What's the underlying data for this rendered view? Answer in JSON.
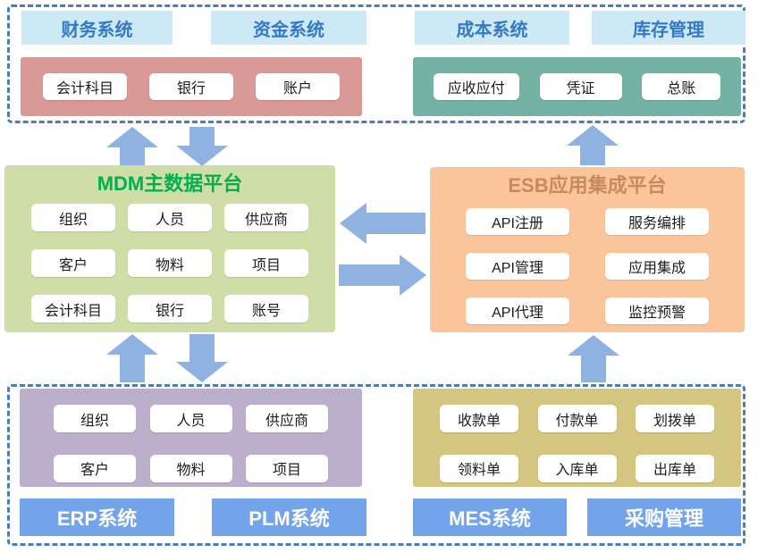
{
  "colors": {
    "dashed_border": "#4E7CB8",
    "top_header_bg": "#CDE9F5",
    "top_header_text": "#3579C5",
    "finance_group_bg": "#D89997",
    "cost_group_bg": "#74B2A4",
    "mdm_bg": "#CFDDA6",
    "mdm_title_text": "#00B050",
    "esb_bg": "#FAC59A",
    "esb_title_text": "#C8895D",
    "erp_group_bg": "#BCAFCC",
    "mes_group_bg": "#D4C581",
    "bottom_header_bg": "#73A3E8",
    "arrow": "#8FB2E1",
    "node_bg": "#FFFFFF"
  },
  "top_section": {
    "headers": [
      "财务系统",
      "资金系统",
      "成本系统",
      "库存管理"
    ],
    "finance_items": [
      "会计科目",
      "银行",
      "账户"
    ],
    "cost_items": [
      "应收应付",
      "凭证",
      "总账"
    ]
  },
  "mdm_platform": {
    "title": "MDM主数据平台",
    "items": [
      "组织",
      "人员",
      "供应商",
      "客户",
      "物料",
      "项目",
      "会计科目",
      "银行",
      "账号"
    ]
  },
  "esb_platform": {
    "title": "ESB应用集成平台",
    "items": [
      "API注册",
      "服务编排",
      "API管理",
      "应用集成",
      "API代理",
      "监控预警"
    ]
  },
  "bottom_section": {
    "erp_items": [
      "组织",
      "人员",
      "供应商",
      "客户",
      "物料",
      "项目"
    ],
    "mes_items": [
      "收款单",
      "付款单",
      "划拨单",
      "领料单",
      "入库单",
      "出库单"
    ],
    "headers": [
      "ERP系统",
      "PLM系统",
      "MES系统",
      "采购管理"
    ]
  }
}
